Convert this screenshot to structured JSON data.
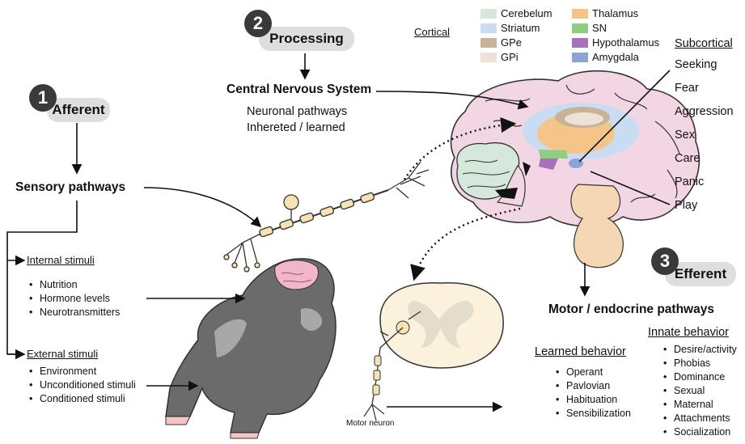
{
  "steps": {
    "afferent": {
      "number": "1",
      "label": "Afferent"
    },
    "processing": {
      "number": "2",
      "label": "Processing"
    },
    "efferent": {
      "number": "3",
      "label": "Efferent"
    }
  },
  "cns": {
    "title": "Central Nervous System",
    "line1": "Neuronal pathways",
    "line2": "Inhereted / learned"
  },
  "sensory": "Sensory pathways",
  "internal": {
    "title": "Internal stimuli",
    "items": [
      "Nutrition",
      "Hormone levels",
      "Neurotransmitters"
    ]
  },
  "external": {
    "title": "External stimuli",
    "items": [
      "Environment",
      "Unconditioned stimuli",
      "Conditioned stimuli"
    ]
  },
  "legend": {
    "cortical": "Cortical",
    "subcortical": "Subcortical",
    "items": [
      {
        "label": "Cerebelum",
        "color": "#d6e8dc"
      },
      {
        "label": "Striatum",
        "color": "#c9dcf2"
      },
      {
        "label": "GPe",
        "color": "#c9b394"
      },
      {
        "label": "GPi",
        "color": "#ece3d6"
      },
      {
        "label": "Thalamus",
        "color": "#f4c488"
      },
      {
        "label": "SN",
        "color": "#8fce7e"
      },
      {
        "label": "Hypothalamus",
        "color": "#a970bb"
      },
      {
        "label": "Amygdala",
        "color": "#8ca3d8"
      }
    ]
  },
  "subcortical_items": [
    "Seeking",
    "Fear",
    "Aggression",
    "Sex",
    "Care",
    "Panic",
    "Play"
  ],
  "motor_endocrine": "Motor / endocrine pathways",
  "learned": {
    "title": "Learned behavior",
    "items": [
      "Operant",
      "Pavlovian",
      "Habituation",
      "Sensibilization"
    ]
  },
  "innate": {
    "title": "Innate behavior",
    "items": [
      "Desire/activity",
      "Phobias",
      "Dominance",
      "Sexual",
      "Maternal",
      "Attachments",
      "Socialization"
    ]
  },
  "motor_neuron": "Motor neuron"
}
